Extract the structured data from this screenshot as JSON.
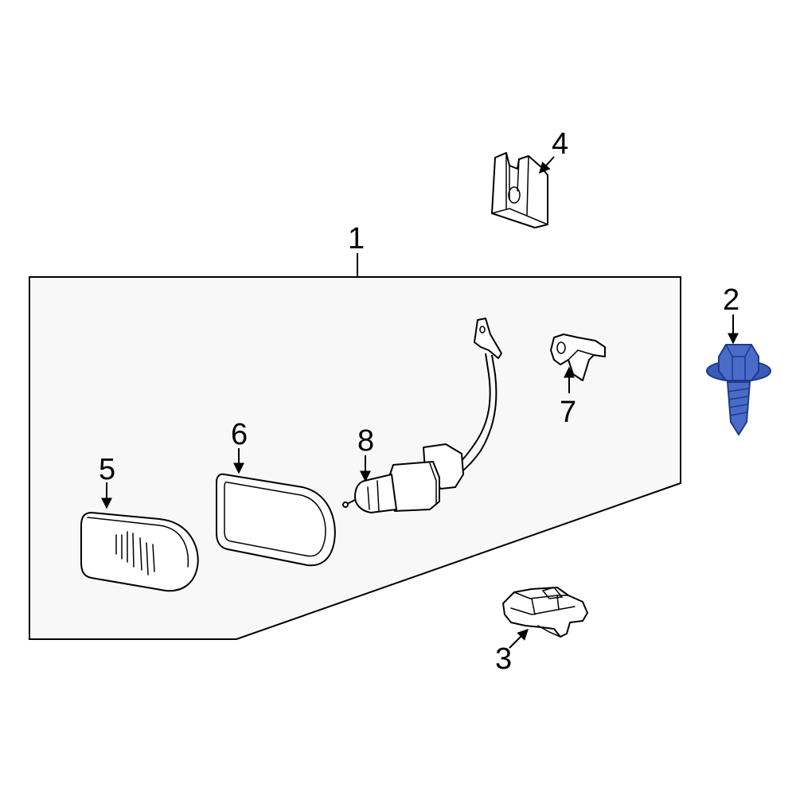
{
  "diagram": {
    "colors": {
      "background": "#ffffff",
      "assembly_panel": "#f8f8f8",
      "outline": "#000000",
      "highlight_part": "#3a5bb8",
      "highlight_part_dark": "#1f3a8a"
    },
    "callouts": {
      "c1": "1",
      "c2": "2",
      "c3": "3",
      "c4": "4",
      "c5": "5",
      "c6": "6",
      "c7": "7",
      "c8": "8"
    },
    "highlighted_part": "2"
  }
}
